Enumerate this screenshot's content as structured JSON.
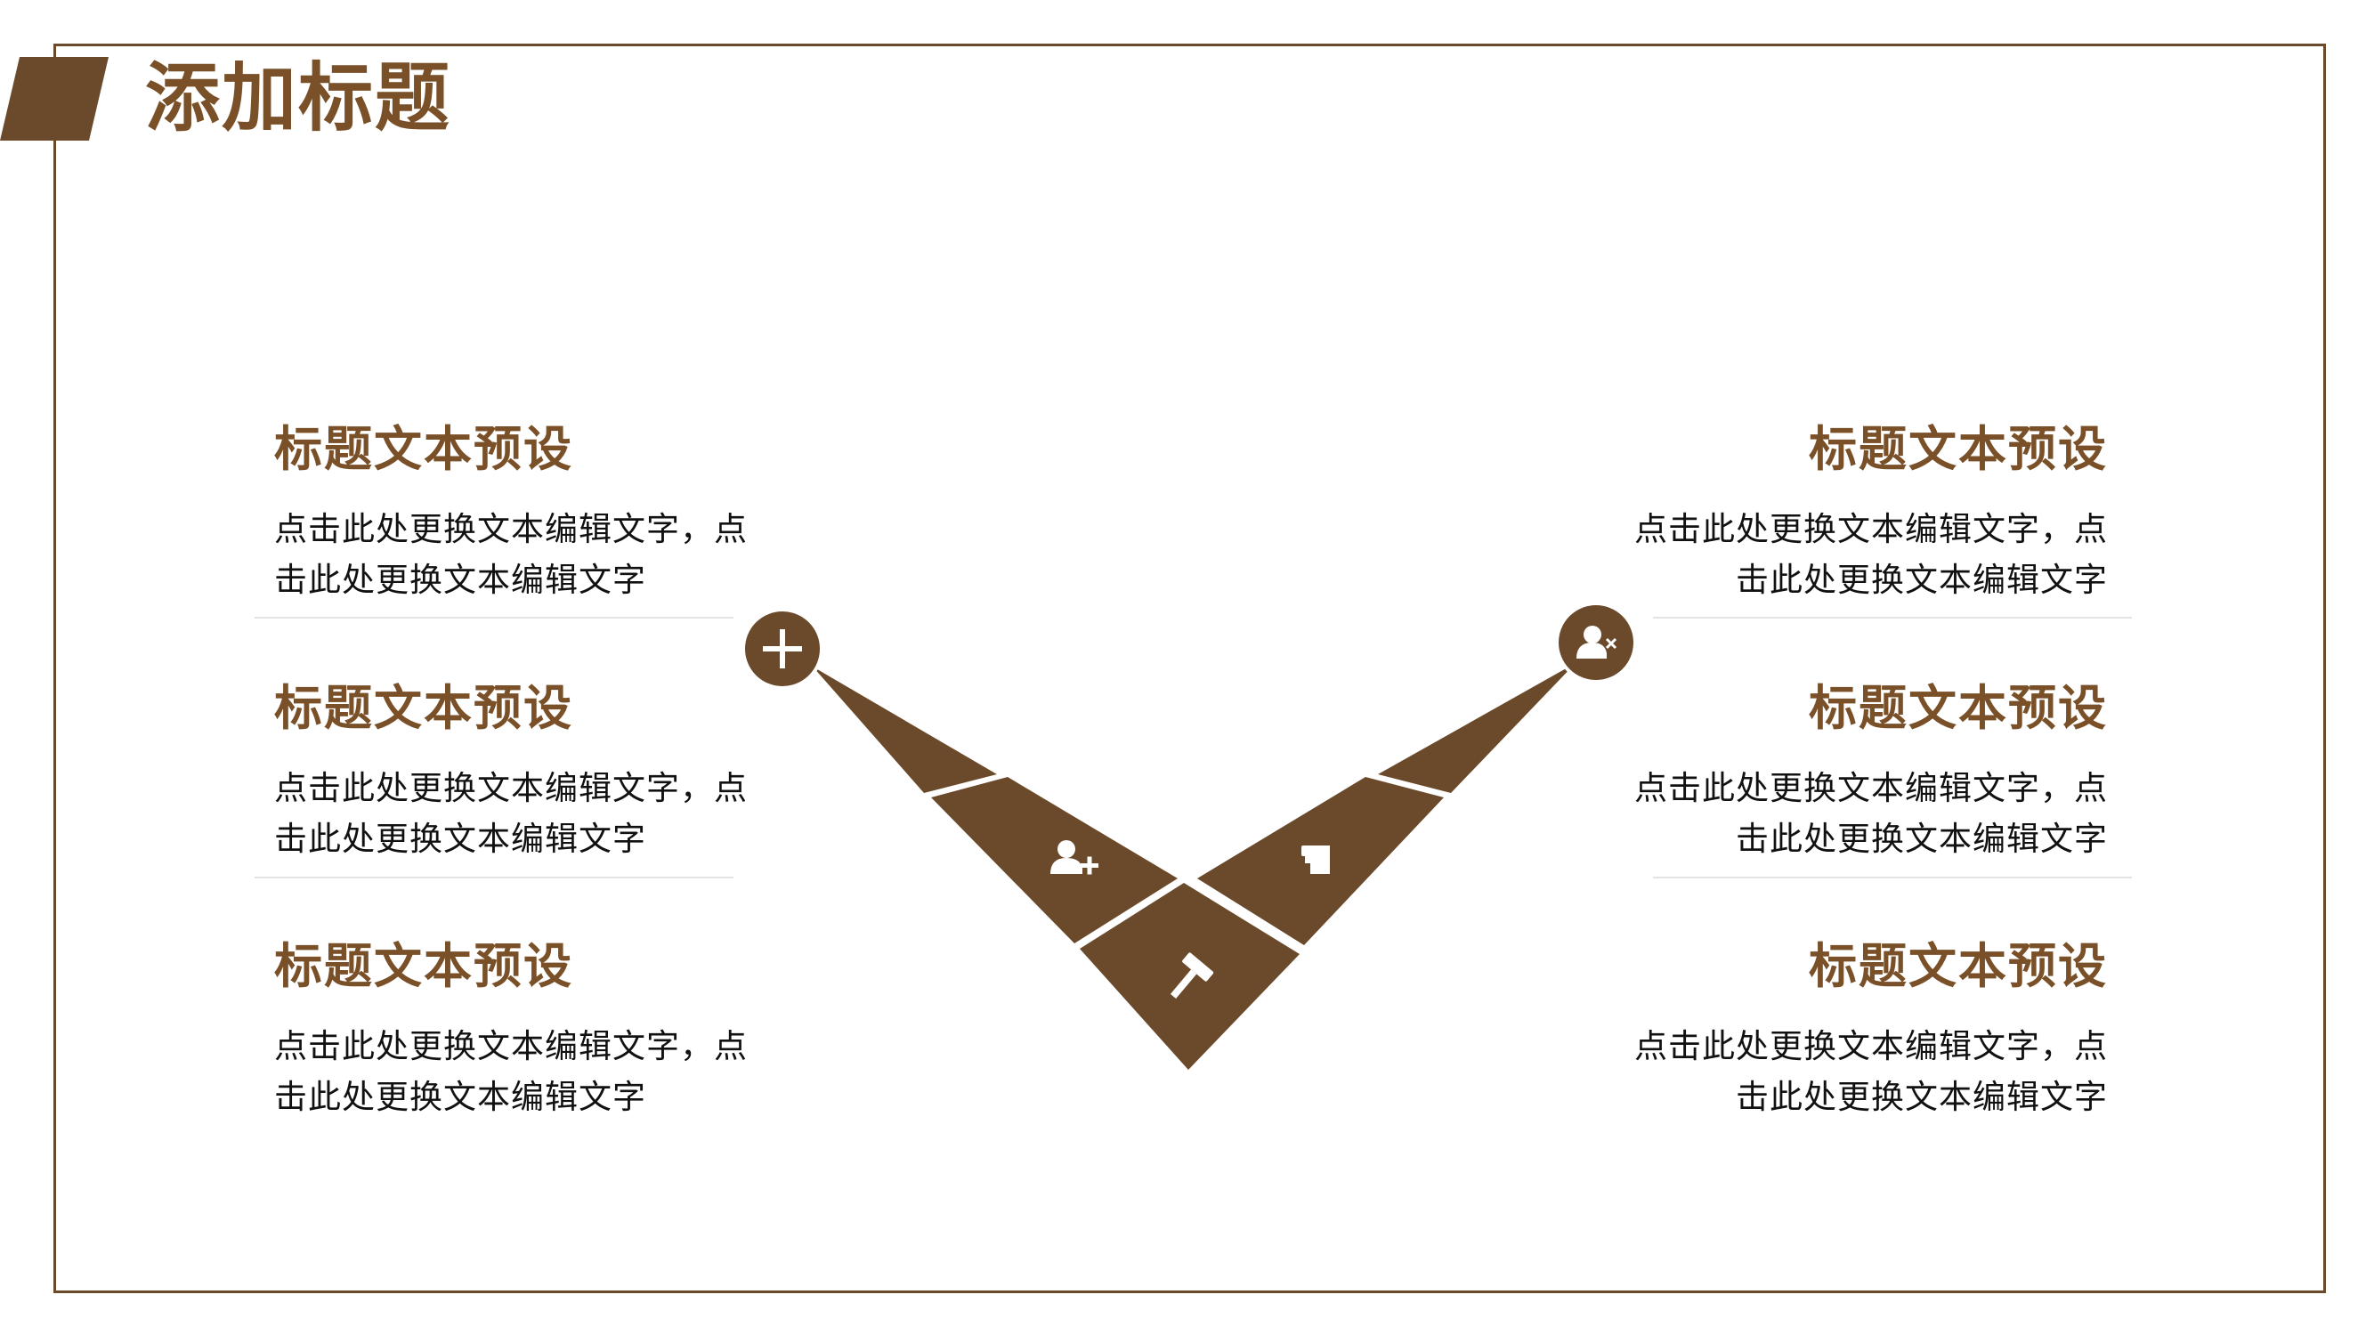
{
  "slide": {
    "title": "添加标题",
    "items": [
      {
        "heading": "标题文本预设",
        "line1": "点击此处更换文本编辑文字，点",
        "line2": "击此处更换文本编辑文字"
      },
      {
        "heading": "标题文本预设",
        "line1": "点击此处更换文本编辑文字，点",
        "line2": "击此处更换文本编辑文字"
      },
      {
        "heading": "标题文本预设",
        "line1": "点击此处更换文本编辑文字，点",
        "line2": "击此处更换文本编辑文字"
      },
      {
        "heading": "标题文本预设",
        "line1": "点击此处更换文本编辑文字，点",
        "line2": "击此处更换文本编辑文字"
      },
      {
        "heading": "标题文本预设",
        "line1": "点击此处更换文本编辑文字，点",
        "line2": "击此处更换文本编辑文字"
      },
      {
        "heading": "标题文本预设",
        "line1": "点击此处更换文本编辑文字，点",
        "line2": "击此处更换文本编辑文字"
      }
    ],
    "icons": [
      "plus-icon",
      "add-user-icon",
      "gavel-icon",
      "document-icon",
      "remove-user-icon"
    ],
    "colors": {
      "brand": "#6b4a2b",
      "title": "#7a5028",
      "separator": "#e4e4e4"
    }
  }
}
